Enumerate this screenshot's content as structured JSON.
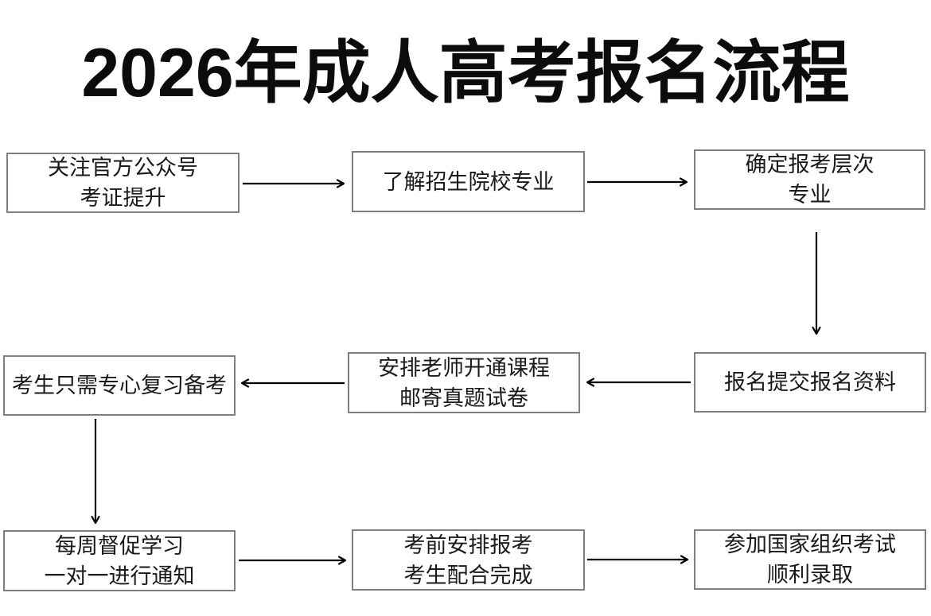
{
  "title": "2026年成人高考报名流程",
  "flowchart": {
    "boxes": [
      {
        "id": "step-1",
        "lines": [
          "关注官方公众号",
          "考证提升"
        ]
      },
      {
        "id": "step-2",
        "lines": [
          "了解招生院校专业"
        ]
      },
      {
        "id": "step-3",
        "lines": [
          "确定报考层次",
          "专业"
        ]
      },
      {
        "id": "step-4",
        "lines": [
          "报名提交报名资料"
        ]
      },
      {
        "id": "step-5",
        "lines": [
          "安排老师开通课程",
          "邮寄真题试卷"
        ]
      },
      {
        "id": "step-6",
        "lines": [
          "考生只需专心复习备考"
        ]
      },
      {
        "id": "step-7",
        "lines": [
          "每周督促学习",
          "一对一进行通知"
        ]
      },
      {
        "id": "step-8",
        "lines": [
          "考前安排报考",
          "考生配合完成"
        ]
      },
      {
        "id": "step-9",
        "lines": [
          "参加国家组织考试",
          "顺利录取"
        ]
      }
    ],
    "flow_order": [
      "step-1",
      "step-2",
      "step-3",
      "step-4",
      "step-5",
      "step-6",
      "step-7",
      "step-8",
      "step-9"
    ],
    "colors": {
      "background": "#ffffff",
      "box_border": "#7f7f7f",
      "box_fill": "#ffffff",
      "text": "#1a1a1a",
      "title_text": "#0c0c0c",
      "arrow": "#000000"
    }
  }
}
